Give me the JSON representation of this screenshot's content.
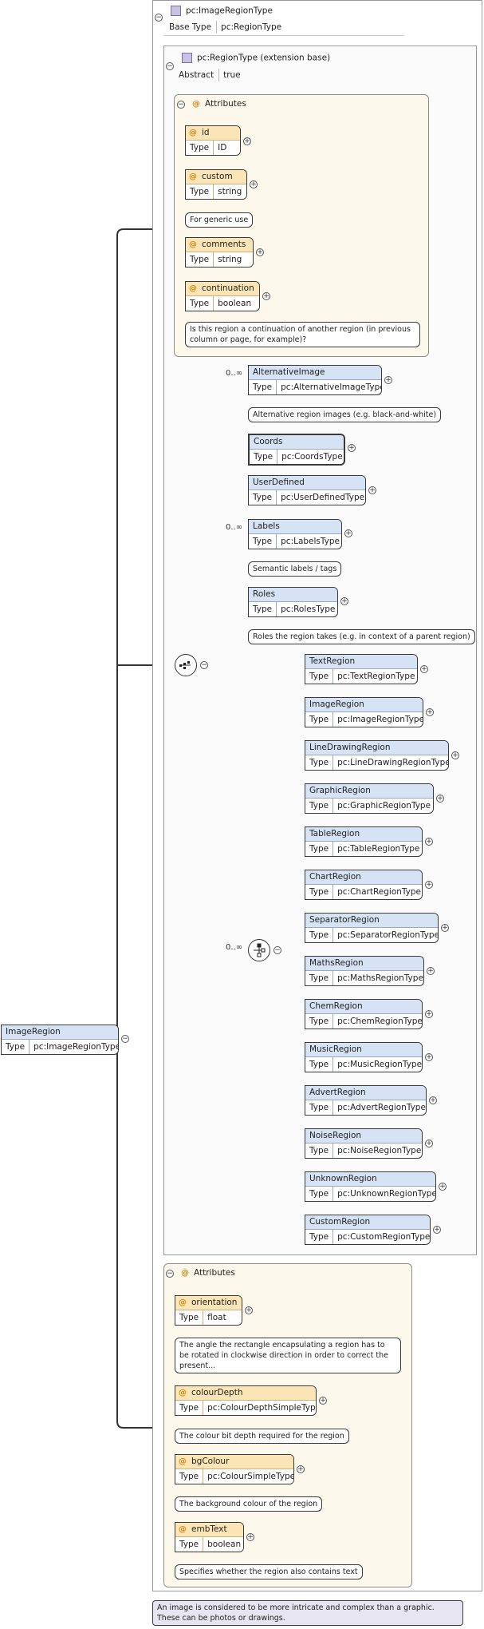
{
  "root": {
    "name": "ImageRegion",
    "type_key": "Type",
    "type_value": "pc:ImageRegionType"
  },
  "complex_type": {
    "name": "pc:ImageRegionType",
    "base_type_key": "Base Type",
    "base_type_value": "pc:RegionType"
  },
  "extension": {
    "name": "pc:RegionType (extension base)",
    "abstract_key": "Abstract",
    "abstract_value": "true"
  },
  "base_attributes": {
    "title": "Attributes",
    "items": [
      {
        "name": "id",
        "type": "ID"
      },
      {
        "name": "custom",
        "type": "string",
        "note": "For generic use"
      },
      {
        "name": "comments",
        "type": "string"
      },
      {
        "name": "continuation",
        "type": "boolean",
        "note": "Is this region a continuation of another region (in previous column or page, for example)?"
      }
    ]
  },
  "sequence_elements": [
    {
      "name": "AlternativeImage",
      "type": "pc:AlternativeImageType",
      "cardinality": "0..∞",
      "note": "Alternative region images (e.g. black-and-white)"
    },
    {
      "name": "Coords",
      "type": "pc:CoordsType"
    },
    {
      "name": "UserDefined",
      "type": "pc:UserDefinedType"
    },
    {
      "name": "Labels",
      "type": "pc:LabelsType",
      "cardinality": "0..∞",
      "note": "Semantic labels / tags"
    },
    {
      "name": "Roles",
      "type": "pc:RolesType",
      "note": "Roles the region takes (e.g. in context of a parent region)"
    }
  ],
  "choice_cardinality": "0..∞",
  "choice_elements": [
    {
      "name": "TextRegion",
      "type": "pc:TextRegionType"
    },
    {
      "name": "ImageRegion",
      "type": "pc:ImageRegionType"
    },
    {
      "name": "LineDrawingRegion",
      "type": "pc:LineDrawingRegionType"
    },
    {
      "name": "GraphicRegion",
      "type": "pc:GraphicRegionType"
    },
    {
      "name": "TableRegion",
      "type": "pc:TableRegionType"
    },
    {
      "name": "ChartRegion",
      "type": "pc:ChartRegionType"
    },
    {
      "name": "SeparatorRegion",
      "type": "pc:SeparatorRegionType"
    },
    {
      "name": "MathsRegion",
      "type": "pc:MathsRegionType"
    },
    {
      "name": "ChemRegion",
      "type": "pc:ChemRegionType"
    },
    {
      "name": "MusicRegion",
      "type": "pc:MusicRegionType"
    },
    {
      "name": "AdvertRegion",
      "type": "pc:AdvertRegionType"
    },
    {
      "name": "NoiseRegion",
      "type": "pc:NoiseRegionType"
    },
    {
      "name": "UnknownRegion",
      "type": "pc:UnknownRegionType"
    },
    {
      "name": "CustomRegion",
      "type": "pc:CustomRegionType"
    }
  ],
  "own_attributes": {
    "title": "Attributes",
    "items": [
      {
        "name": "orientation",
        "type": "float",
        "note": "The angle the rectangle encapsulating a region has to be rotated in clockwise direction in order to correct the present..."
      },
      {
        "name": "colourDepth",
        "type": "pc:ColourDepthSimpleType",
        "note": "The colour bit depth required for the region"
      },
      {
        "name": "bgColour",
        "type": "pc:ColourSimpleType",
        "note": "The background colour of the region"
      },
      {
        "name": "embText",
        "type": "boolean",
        "note": "Specifies whether the region also contains text"
      }
    ]
  },
  "type_key": "Type",
  "footer_note": "An image is considered to be more intricate and complex than a graphic. These can be photos or drawings.",
  "colors": {
    "element_header": "#d6e3f5",
    "attribute_header": "#fbe5b6",
    "attribute_panel": "#fdf8ec",
    "note_dark": "#e7e5f1"
  }
}
